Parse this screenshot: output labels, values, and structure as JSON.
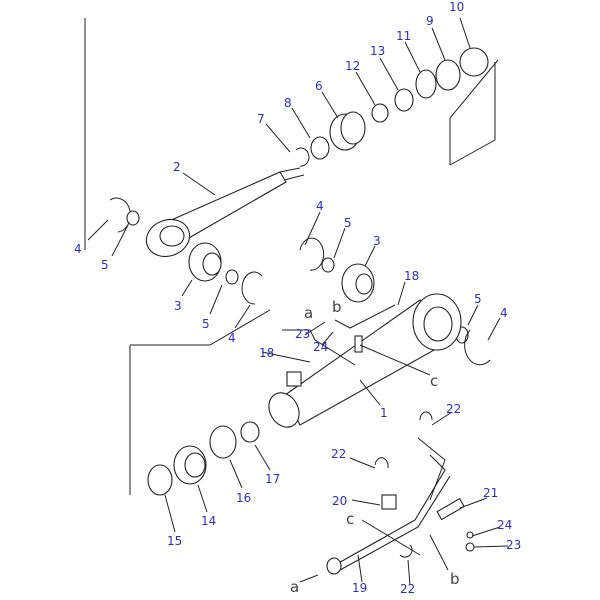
{
  "callouts": {
    "c10": "10",
    "c9": "9",
    "c11": "11",
    "c13": "13",
    "c12": "12",
    "c6": "6",
    "c8": "8",
    "c7": "7",
    "c2": "2",
    "c4a": "4",
    "c5a": "5",
    "c4b": "4",
    "c5b": "5",
    "c3a": "3",
    "c18a": "18",
    "c5c": "5",
    "c4c": "4",
    "c3b": "3",
    "c5d": "5",
    "c4d": "4",
    "c23a": "23",
    "c24a": "24",
    "c18b": "18",
    "c1": "1",
    "c22a": "22",
    "c22b": "22",
    "c21": "21",
    "c20": "20",
    "c24b": "24",
    "c23b": "23",
    "c19": "19",
    "c22c": "22",
    "c17": "17",
    "c16": "16",
    "c14": "14",
    "c15": "15"
  },
  "connectors": {
    "a1": "a",
    "b1": "b",
    "c1": "c",
    "c2": "c",
    "a2": "a",
    "b2": "b"
  },
  "colors": {
    "callout": "#2d2dcc",
    "line": "#222222",
    "letter": "#444444"
  }
}
